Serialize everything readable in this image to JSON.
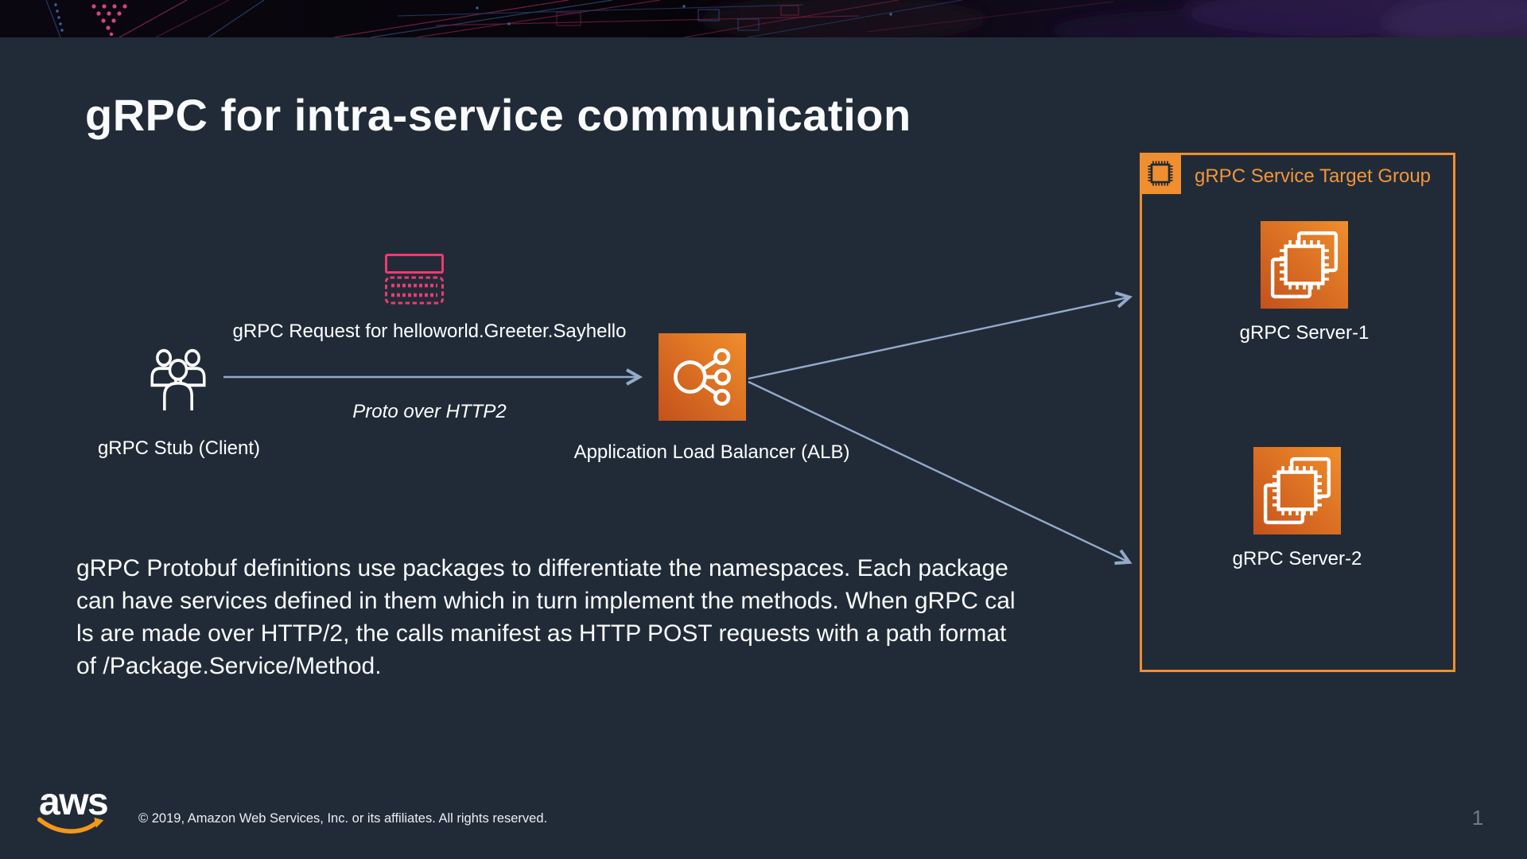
{
  "slide": {
    "title": "gRPC for intra-service communication",
    "page_number": "1",
    "footer": {
      "logo_text": "aws",
      "copyright": "© 2019, Amazon Web Services, Inc. or its affiliates. All rights reserved."
    }
  },
  "diagram": {
    "client_label": "gRPC Stub (Client)",
    "request_label": "gRPC Request for helloworld.Greeter.Sayhello",
    "protocol_label": "Proto over HTTP2",
    "alb_label": "Application Load Balancer (ALB)",
    "target_group": {
      "title": "gRPC Service Target Group",
      "servers": [
        "gRPC Server-1",
        "gRPC Server-2"
      ]
    },
    "icons": {
      "client": "users-icon",
      "request": "protobuf-table-icon",
      "alb": "application-load-balancer-icon",
      "server": "ec2-instance-icon",
      "target_group_badge": "chip-icon",
      "logo": "aws-logo"
    }
  },
  "body": {
    "lines": [
      "gRPC Protobuf definitions use packages to differentiate the namespaces. Each package",
      "can have services defined in them which in turn implement the methods. When gRPC cal",
      "ls are made over HTTP/2, the calls manifest as HTTP POST requests with a path format",
      "of /Package.Service/Method."
    ]
  },
  "colors": {
    "background": "#212B38",
    "accent_orange": "#EF8F2F",
    "accent_pink": "#EC3B6F",
    "arrow_blue": "#93AACB",
    "icon_gradient_dark": "#C4511C",
    "icon_gradient_light": "#F08E2B",
    "page_number_gray": "#6F7A88",
    "aws_smile_orange": "#F49819"
  }
}
